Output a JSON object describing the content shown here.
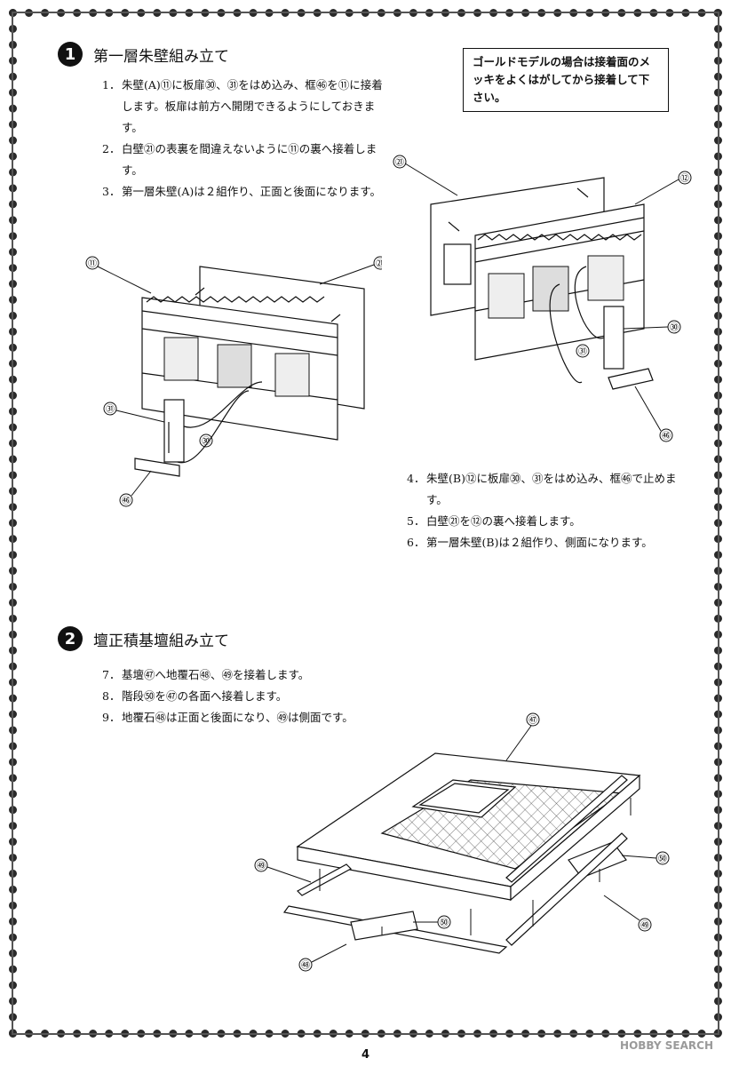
{
  "step1": {
    "number": "1",
    "title": "第一層朱壁組み立て",
    "instructions": [
      {
        "no": "1．",
        "text": "朱壁(A)⑪に板扉㉚、㉛をはめ込み、框㊻を⑪に接着します。板扉は前方へ開閉できるようにしておきます。"
      },
      {
        "no": "2．",
        "text": "白壁㉑の表裏を間違えないように⑪の裏へ接着します。"
      },
      {
        "no": "3．",
        "text": "第一層朱壁(A)は２組作り、正面と後面になります。"
      }
    ],
    "notice": "ゴールドモデルの場合は接着面のメッキをよくはがしてから接着して下さい。",
    "instructions_b": [
      {
        "no": "4．",
        "text": "朱壁(B)⑫に板扉㉚、㉛をはめ込み、框㊻で止めます。"
      },
      {
        "no": "5．",
        "text": "白壁㉑を⑫の裏へ接着します。"
      },
      {
        "no": "6．",
        "text": "第一層朱壁(B)は２組作り、側面になります。"
      }
    ],
    "figA_callouts": {
      "c11": "⑪",
      "c21": "㉑",
      "c31": "㉛",
      "c30": "㉚",
      "c46": "㊻"
    },
    "figB_callouts": {
      "c21": "㉑",
      "c12": "⑫",
      "c30": "㉚",
      "c31": "㉛",
      "c46": "㊻"
    }
  },
  "step2": {
    "number": "2",
    "title": "壇正積基壇組み立て",
    "instructions": [
      {
        "no": "7．",
        "text": "基壇㊼へ地覆石㊽、㊾を接着します。"
      },
      {
        "no": "8．",
        "text": "階段㊿を㊼の各面へ接着します。"
      },
      {
        "no": "9．",
        "text": "地覆石㊽は正面と後面になり、㊾は側面です。"
      }
    ],
    "fig_callouts": {
      "c47": "㊼",
      "c49a": "㊾",
      "c50a": "㊿",
      "c49b": "㊾",
      "c50b": "㊿",
      "c48": "㊽"
    }
  },
  "page_number": "4",
  "watermark": "HOBBY SEARCH"
}
